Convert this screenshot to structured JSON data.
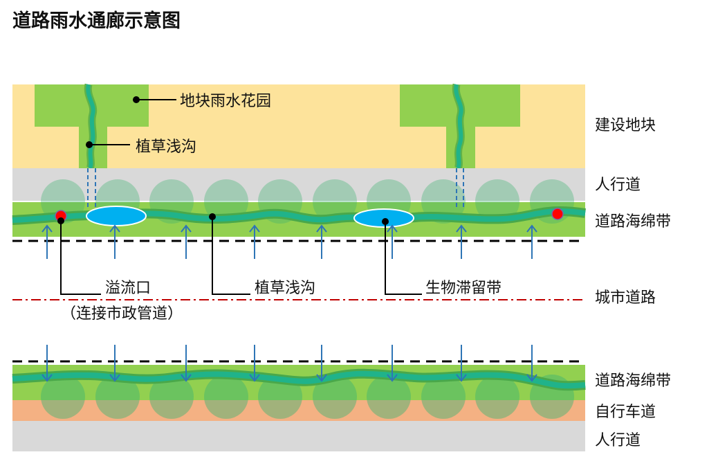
{
  "title": "道路雨水通廊示意图",
  "callouts": {
    "rain_garden": "地块雨水花园",
    "swale_top": "植草浅沟",
    "overflow": "溢流口",
    "overflow_note": "（连接市政管道）",
    "swale_road": "植草浅沟",
    "bioretention": "生物滞留带"
  },
  "zones": {
    "building_plot": "建设地块",
    "sidewalk_top": "人行道",
    "sponge_top": "道路海绵带",
    "city_road": "城市道路",
    "sponge_bottom": "道路海绵带",
    "bike_lane": "自行车道",
    "sidewalk_bottom": "人行道"
  },
  "colors": {
    "plot": "#fde39b",
    "garden": "#92d050",
    "sidewalk": "#d9d9d9",
    "swale": "#20b38a",
    "water": "#00b0f0",
    "overflow": "#ff0000",
    "arrow": "#2e75b6",
    "bike": "#f4b183",
    "centerline": "#c00000"
  }
}
